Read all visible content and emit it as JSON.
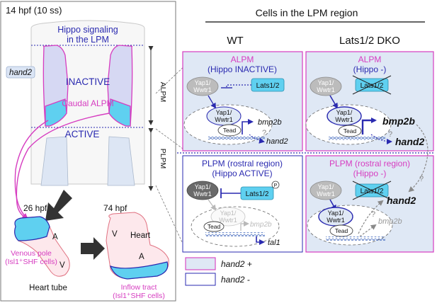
{
  "left": {
    "stage_title": "14 hpf (10 ss)",
    "hippo_title_line1": "Hippo signaling",
    "hippo_title_line2": "in the LPM",
    "hand2_tag": "hand2",
    "inactive_label": "INACTIVE",
    "caudal_alpm_label": "Caudal ALPM",
    "active_label": "ACTIVE",
    "alpm_axis_label": "ALPM",
    "plpm_axis_label": "PLPM",
    "stage_26": "26 hpf",
    "stage_74": "74 hpf",
    "heart_tube": {
      "atrium": "A",
      "ventricle": "V",
      "venous_pole_line1": "Venous pole",
      "venous_pole_line2": "(Isl1⁺SHF cells)",
      "caption": "Heart tube"
    },
    "heart": {
      "ventricle": "V",
      "title": "Heart",
      "atrium": "A",
      "inflow_line1": "Inflow tract",
      "inflow_line2": "(Isl1⁺SHF cells)"
    }
  },
  "right": {
    "main_title": "Cells in the LPM region",
    "col_wt": "WT",
    "col_dko": "Lats1/2 DKO",
    "panels": {
      "wt_alpm": {
        "title_line1": "ALPM",
        "title_line2": "(Hippo INACTIVE)",
        "yap_cyto": [
          "Yap1/",
          "Wwtr1"
        ],
        "lats": "Lats1/2",
        "yap_nuc": [
          "Yap1/",
          "Wwtr1"
        ],
        "tead": "Tead",
        "gene1": "bmp2b",
        "gene2": "hand2",
        "question": "?"
      },
      "dko_alpm": {
        "title_line1": "ALPM",
        "title_line2": "(Hippo -)",
        "yap_cyto": [
          "Yap1/",
          "Wwtr1"
        ],
        "lats": "Lats1/2",
        "yap_nuc": [
          "Yap1/",
          "Wwtr1"
        ],
        "tead": "Tead",
        "gene1": "bmp2b",
        "gene2": "hand2",
        "question": "?"
      },
      "wt_plpm": {
        "title_line1": "PLPM (rostral region)",
        "title_line2": "(Hippo ACTIVE)",
        "yap_cyto": [
          "Yap1/",
          "Wwtr1"
        ],
        "lats": "Lats1/2",
        "phospho": "P",
        "yap_faded": [
          "Yap1/",
          "Wwtr1"
        ],
        "tead": "Tead",
        "gene_faded": "bmp2b",
        "gene": "tal1"
      },
      "dko_plpm": {
        "title_line1": "PLPM (rostral region)",
        "title_line2": "(Hippo -)",
        "yap_cyto": [
          "Yap1/",
          "Wwtr1"
        ],
        "lats": "Lats1/2",
        "yap_nuc": [
          "Yap1/",
          "Wwtr1"
        ],
        "tead": "Tead",
        "gene1": "hand2",
        "gene2": "bmp2b",
        "question": "?"
      }
    },
    "legend": {
      "pos": "hand2 +",
      "neg": "hand2 -"
    }
  },
  "colors": {
    "magenta": "#e040c0",
    "navy": "#2a2ab0",
    "light_blue": "#dfe8f5",
    "cyan": "#5fd0f0",
    "gray": "#9a9a9a"
  }
}
